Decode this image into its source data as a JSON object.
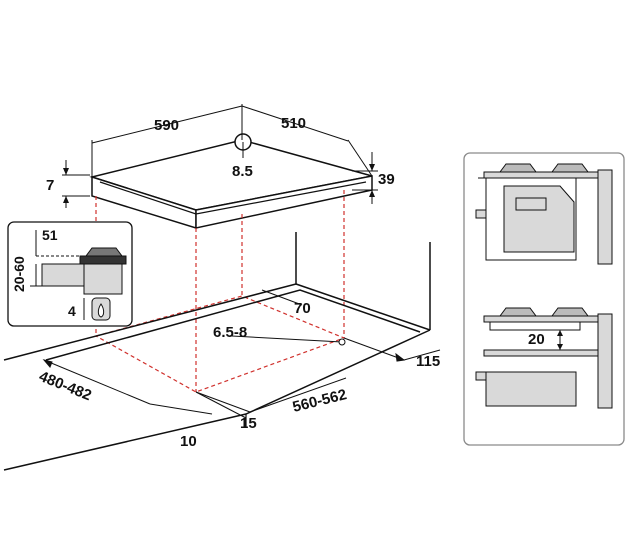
{
  "hob": {
    "width": "590",
    "depth": "510",
    "hole_diameter": "8.5",
    "edge_thickness": "7",
    "total_height": "39"
  },
  "detail": {
    "top": "51",
    "range": "20-60",
    "bottom": "4"
  },
  "cutout": {
    "rear_gap": "70",
    "corner_radius": "6.5-8",
    "side_gap": "115",
    "depth": "480-482",
    "width": "560-562",
    "front_gap": "15",
    "front_edge": "10"
  },
  "oven_panel": {
    "gap": "20"
  },
  "colors": {
    "line": "#111111",
    "dashed": "#d0312d",
    "panel_fill": "#d9d9d9",
    "frame_border": "#8a8a8a"
  },
  "icons": [
    "gas-valve-icon"
  ]
}
